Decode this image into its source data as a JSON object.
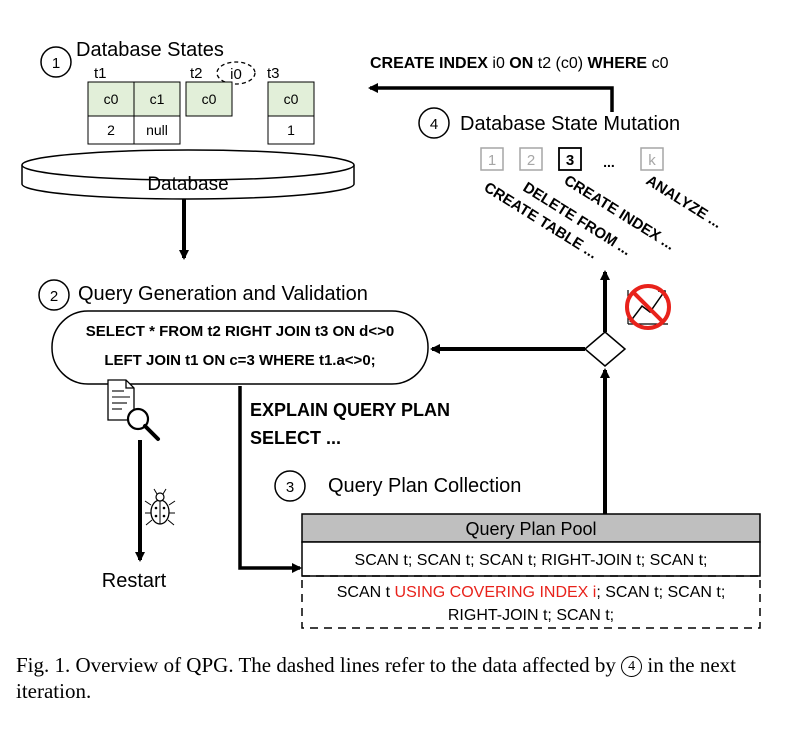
{
  "section1": {
    "number": "1",
    "title": "Database States"
  },
  "tables": {
    "t1": {
      "name": "t1",
      "cols": [
        "c0",
        "c1"
      ],
      "row": [
        "2",
        "null"
      ]
    },
    "t2": {
      "name": "t2",
      "cols": [
        "c0"
      ],
      "index": "i0"
    },
    "t3": {
      "name": "t3",
      "cols": [
        "c0"
      ],
      "row": [
        "1"
      ]
    }
  },
  "database_label": "Database",
  "mutation_stmt": {
    "kw1": "CREATE INDEX",
    "name": "i0",
    "kw2": "ON",
    "target": "t2 (c0)",
    "kw3": "WHERE",
    "cond": "c0"
  },
  "section4": {
    "number": "4",
    "title": "Database State Mutation",
    "boxes": [
      "1",
      "2",
      "3",
      "...",
      "k"
    ],
    "actions": [
      "CREATE TABLE ...",
      "DELETE FROM ...",
      "CREATE INDEX ...",
      "ANALYZE ..."
    ]
  },
  "section2": {
    "number": "2",
    "title": "Query Generation and Validation",
    "query_line1": "SELECT * FROM t2 RIGHT JOIN t3 ON d<>0",
    "query_line2": "LEFT JOIN t1 ON c=3 WHERE t1.a<>0;"
  },
  "explain": {
    "line1": "EXPLAIN QUERY PLAN",
    "line2": "SELECT ..."
  },
  "restart_label": "Restart",
  "section3": {
    "number": "3",
    "title": "Query Plan Collection"
  },
  "pool": {
    "header": "Query Plan Pool",
    "plan1": "SCAN t; SCAN t; SCAN t; RIGHT-JOIN t; SCAN t;",
    "plan2_a": "SCAN t ",
    "plan2_highlight": "USING COVERING INDEX i",
    "plan2_b": "; SCAN t; SCAN t;",
    "plan2_c": "RIGHT-JOIN t; SCAN t;"
  },
  "caption": {
    "part1": "Fig. 1.  Overview of QPG. The dashed lines refer to the data affected by",
    "circle": "4",
    "part2": "in the next iteration."
  },
  "colors": {
    "highlight": "#e8221b",
    "no_sign": "#e8221b",
    "pool_header": "#bfbfbf",
    "cell_fill": "#e2efd9"
  }
}
